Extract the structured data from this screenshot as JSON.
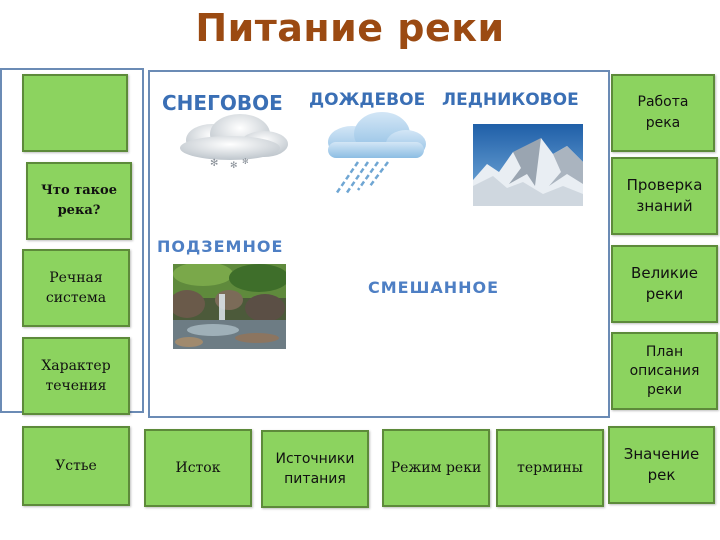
{
  "title": "Питание реки",
  "left_buttons": {
    "empty": "",
    "what_is_river": "Что такое река?",
    "river_system": "Речная система",
    "flow_character": "Характер течения",
    "mouth": "Устье"
  },
  "right_buttons": {
    "work": "Работа река",
    "knowledge_check": "Проверка знаний",
    "great_rivers": "Великие реки",
    "description_plan": "План описания реки",
    "importance": "Значение рек"
  },
  "bottom_buttons": {
    "source": "Исток",
    "feeding_sources": "Источники питания",
    "regime": "Режим реки",
    "terms": "термины"
  },
  "main": {
    "snow": "СНЕГОВОЕ",
    "rain": "ДОЖДЕВОЕ",
    "glacier": "ЛЕДНИКОВОЕ",
    "underground": "ПОДЗЕМНОЕ",
    "mixed": "СМЕШАННОЕ"
  }
}
